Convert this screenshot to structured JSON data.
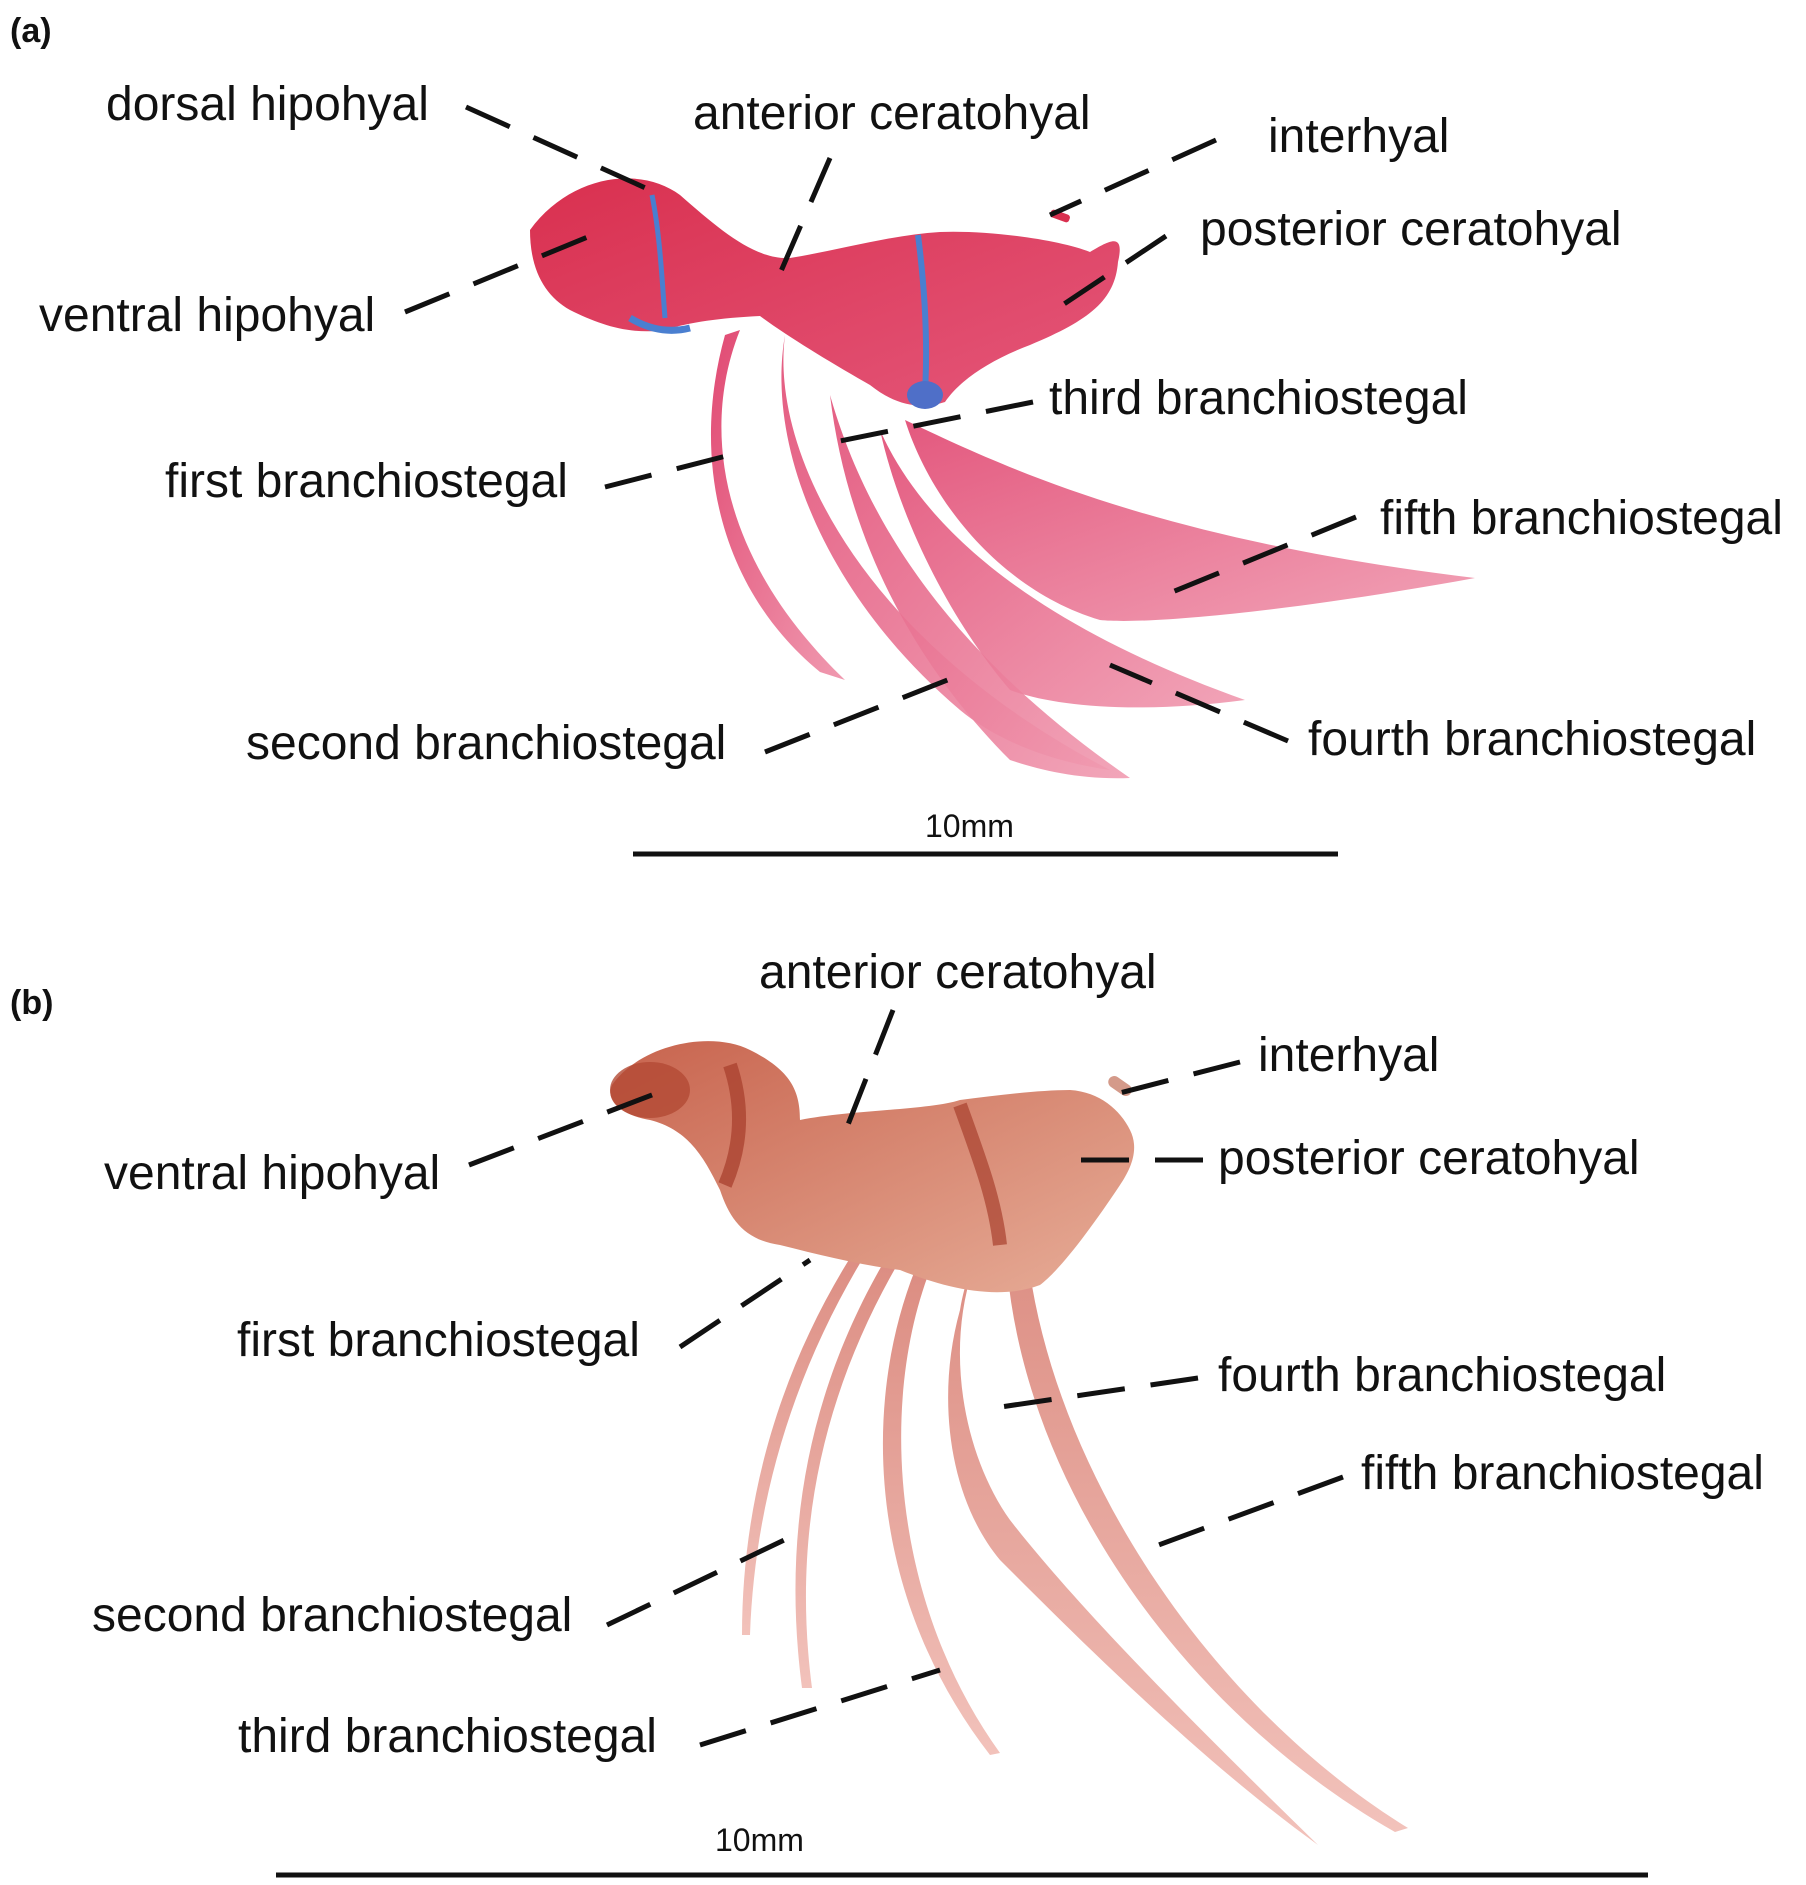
{
  "panel_a": {
    "letter": "(a)",
    "labels": {
      "dorsal_hipohyal": "dorsal hipohyal",
      "anterior_ceratohyal": "anterior ceratohyal",
      "interhyal": "interhyal",
      "posterior_ceratohyal": "posterior ceratohyal",
      "ventral_hipohyal": "ventral hipohyal",
      "third_branchiostegal": "third branchiostegal",
      "first_branchiostegal": "first branchiostegal",
      "fifth_branchiostegal": "fifth branchiostegal",
      "second_branchiostegal": "second branchiostegal",
      "fourth_branchiostegal": "fourth branchiostegal"
    },
    "scale_bar": "10mm",
    "colors": {
      "bone": "#e0476e",
      "cartilage": "#4a7fd0",
      "background": "#ffffff"
    }
  },
  "panel_b": {
    "letter": "(b)",
    "labels": {
      "anterior_ceratohyal": "anterior ceratohyal",
      "interhyal": "interhyal",
      "ventral_hipohyal": "ventral hipohyal",
      "posterior_ceratohyal": "posterior ceratohyal",
      "first_branchiostegal": "first branchiostegal",
      "fourth_branchiostegal": "fourth branchiostegal",
      "fifth_branchiostegal": "fifth branchiostegal",
      "second_branchiostegal": "second branchiostegal",
      "third_branchiostegal": "third branchiostegal"
    },
    "scale_bar": "10mm",
    "colors": {
      "bone": "#d88a7a",
      "dark_bone": "#a8402e",
      "background": "#ffffff"
    }
  }
}
